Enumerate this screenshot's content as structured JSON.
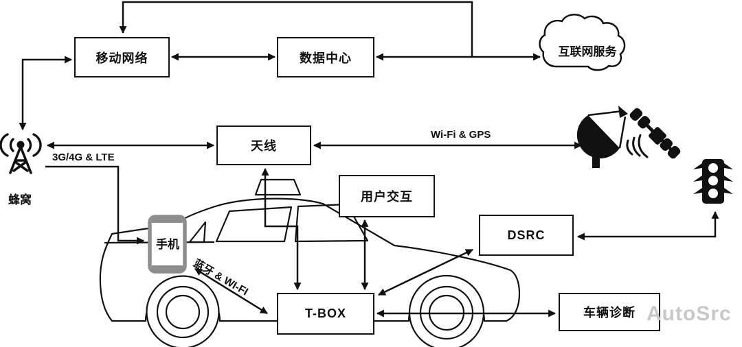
{
  "nodes": {
    "mobile_network": "移动网络",
    "data_center": "数据中心",
    "internet_service": "互联网服务",
    "cellular": "蜂窝",
    "antenna": "天线",
    "user_interaction": "用户交互",
    "phone": "手机",
    "dsrc": "DSRC",
    "tbox": "T-BOX",
    "vehicle_diagnostics": "车辆诊断"
  },
  "links": {
    "cellular_network": "3G/4G & LTE",
    "wifi_gps": "Wi-Fi & GPS",
    "bluetooth_wifi": "蓝牙 & WI-FI"
  },
  "icons": {
    "cell_tower": "cell-tower-icon",
    "cloud": "cloud-icon",
    "satellite_dish": "satellite-dish-icon",
    "satellite": "satellite-icon",
    "traffic_light": "traffic-light-icon",
    "smartphone": "smartphone-icon",
    "car": "car-outline"
  },
  "watermark": {
    "brand": "AutoSrc"
  },
  "colors": {
    "line": "#111111",
    "phone_frame": "#8d8d8d",
    "watermark": "#c8c8c8",
    "background": "#ffffff"
  }
}
